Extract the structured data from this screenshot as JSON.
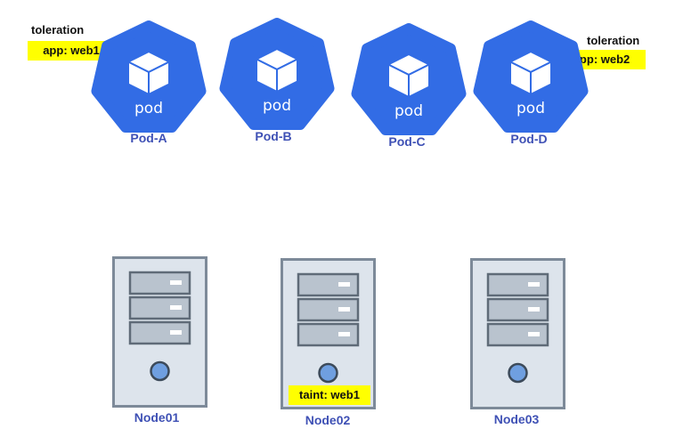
{
  "colors": {
    "pod_blue": "#326ce5",
    "label_blue": "#3f51b5",
    "tag_yellow": "#ffff00",
    "server_frame": "#7d8a99",
    "server_body": "#dde4ec",
    "drive": "#b9c3ce",
    "button": "#6f9fe0"
  },
  "pods": [
    {
      "name": "Pod-A",
      "icon_text": "pod"
    },
    {
      "name": "Pod-B",
      "icon_text": "pod"
    },
    {
      "name": "Pod-C",
      "icon_text": "pod"
    },
    {
      "name": "Pod-D",
      "icon_text": "pod"
    }
  ],
  "tolerations": [
    {
      "title": "toleration",
      "value": "app: web1"
    },
    {
      "title": "toleration",
      "value": "app: web2"
    }
  ],
  "nodes": [
    {
      "name": "Node01"
    },
    {
      "name": "Node02",
      "taint": "taint: web1"
    },
    {
      "name": "Node03"
    }
  ]
}
